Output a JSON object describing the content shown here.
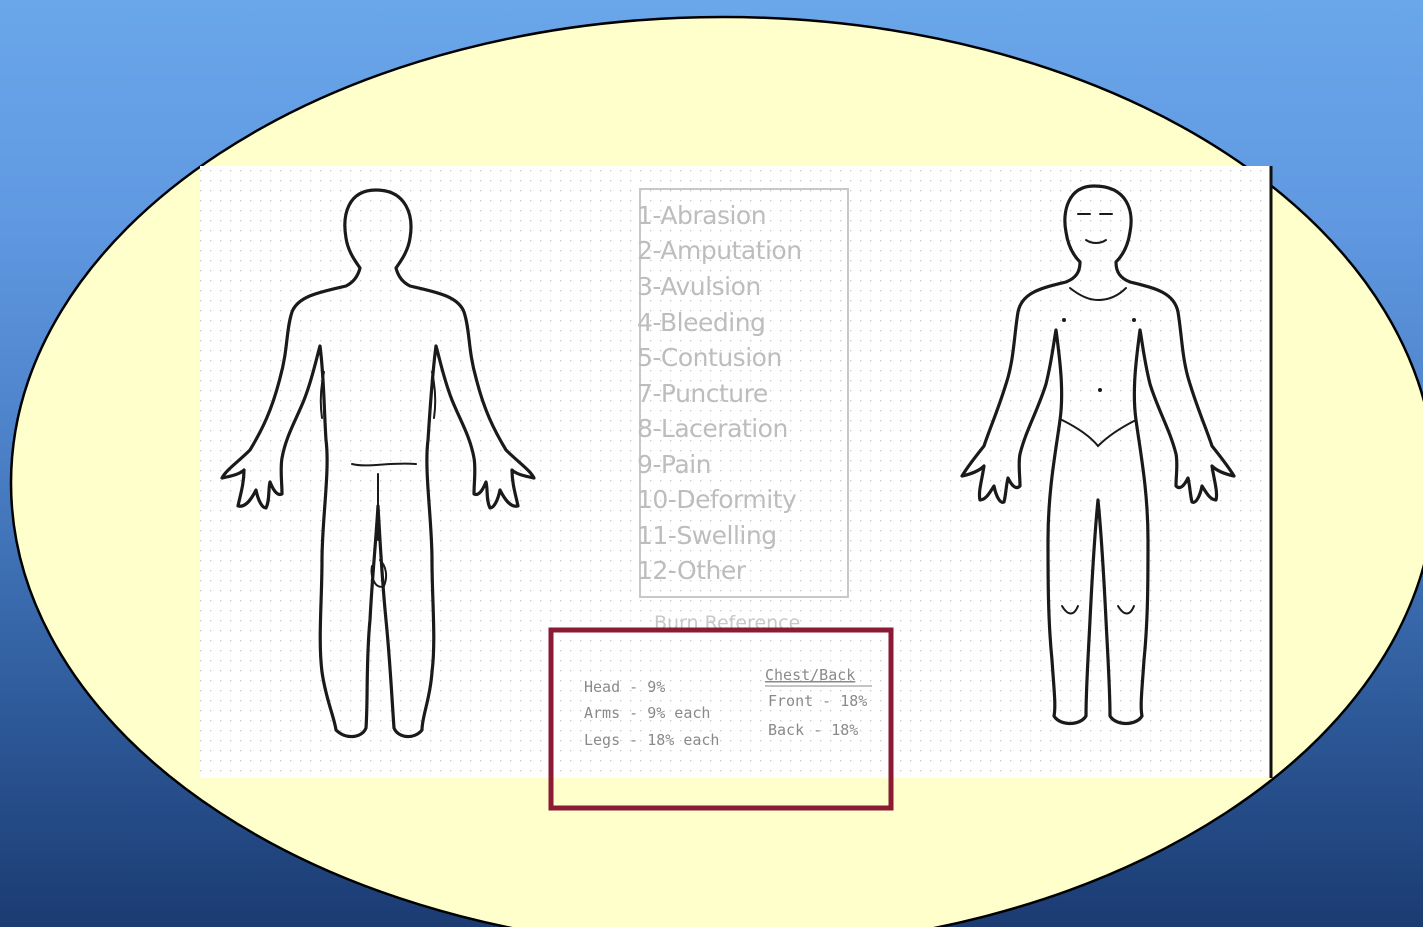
{
  "colors": {
    "oval_fill": "#ffffcc",
    "panel_fill": "#ffffff",
    "highlight_box": "#8b1a35",
    "legend_text": "#bdbdbd"
  },
  "legend": {
    "items": [
      "1-Abrasion",
      "2-Amputation",
      "3-Avulsion",
      "4-Bleeding",
      "5-Contusion",
      "7-Puncture",
      "8-Laceration",
      "9-Pain",
      "10-Deformity",
      "11-Swelling",
      "12-Other"
    ]
  },
  "burn_reference": {
    "title": "Burn Reference",
    "left_lines": [
      "Head - 9%",
      "Arms - 9% each",
      "Legs - 18% each"
    ],
    "chest_header": "Chest/Back",
    "right_lines": [
      "Front - 18%",
      "Back - 18%"
    ]
  }
}
